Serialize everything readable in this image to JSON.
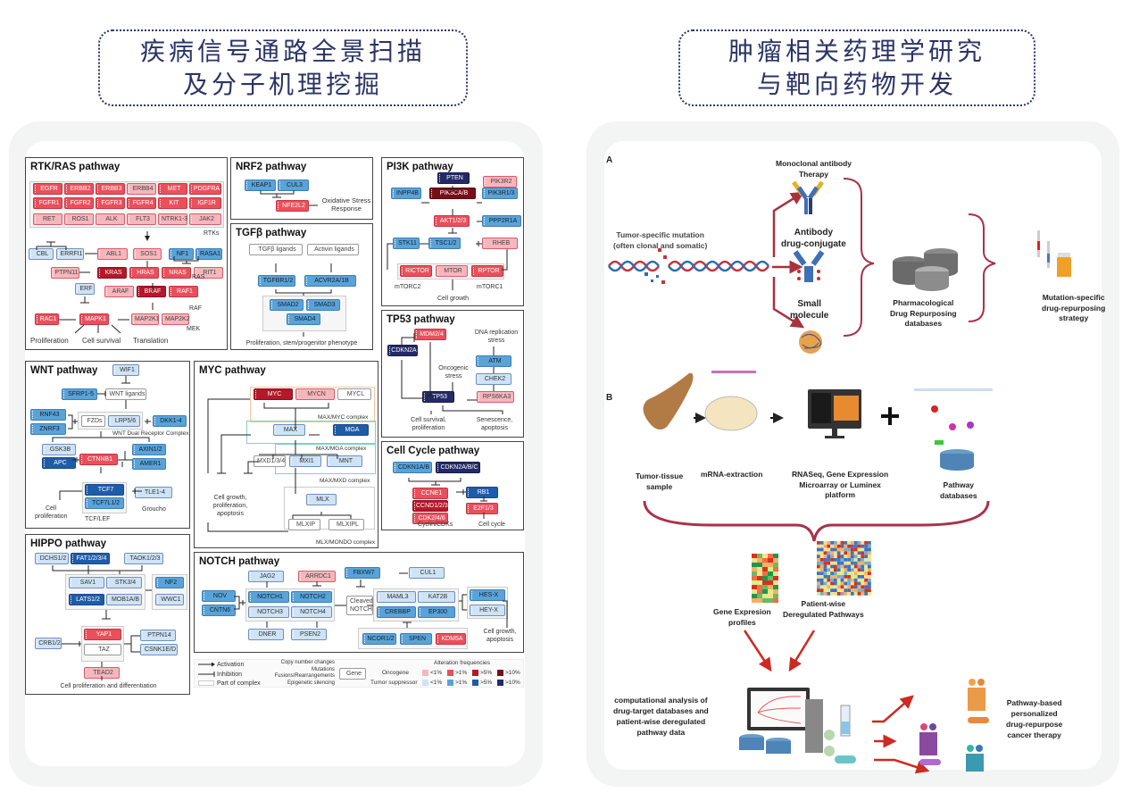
{
  "left": {
    "title_line1": "疾病信号通路全景扫描",
    "title_line2": "及分子机理挖掘",
    "panels": {
      "rtk": {
        "title": "RTK/RAS pathway",
        "genes": [
          "EGFR",
          "ERBB2",
          "ERBB3",
          "ERBB4",
          "MET",
          "PDGFRA",
          "FGFR1",
          "FGFR2",
          "FGFR3",
          "FGFR4",
          "KIT",
          "IGF1R",
          "RET",
          "ROS1",
          "ALK",
          "FLT3",
          "NTRK1-3",
          "JAK2",
          "CBL",
          "ERRFI1",
          "ABL1",
          "SOS1",
          "NF1",
          "RASA1",
          "PTPN11",
          "KRAS",
          "HRAS",
          "NRAS",
          "RIT1",
          "ERF",
          "ARAF",
          "BRAF",
          "RAF1",
          "RAC1",
          "MAPK1",
          "MAP2K1",
          "MAP2K2"
        ],
        "labels": {
          "rtks": "RTKs",
          "ras": "RAS",
          "raf": "RAF",
          "mek": "MEK",
          "prolif": "Proliferation",
          "survival": "Cell survival",
          "translation": "Translation"
        }
      },
      "nrf2": {
        "title": "NRF2 pathway",
        "genes": [
          "KEAP1",
          "CUL3",
          "NFE2L2"
        ],
        "labels": {
          "outcome": "Oxidative Stress Response"
        }
      },
      "tgfb": {
        "title": "TGFβ pathway",
        "genes": [
          "TGFβ ligands",
          "Activin ligands",
          "TGFBR1/2",
          "ACVR2A/1B",
          "SMAD2",
          "SMAD3",
          "SMAD4"
        ],
        "labels": {
          "outcome": "Proliferation, stem/progenitor phenotype"
        }
      },
      "pi3k": {
        "title": "PI3K pathway",
        "genes": [
          "PTEN",
          "PIK3R2",
          "INPP4B",
          "PIK3CA/B",
          "PIK3R1/3",
          "AKT1/2/3",
          "PPP2R1A",
          "STK11",
          "TSC1/2",
          "RHEB",
          "RICTOR",
          "MTOR",
          "RPTOR"
        ],
        "labels": {
          "mtorc2": "mTORC2",
          "mtorc1": "mTORC1",
          "growth": "Cell growth"
        }
      },
      "tp53": {
        "title": "TP53 pathway",
        "genes": [
          "MDM2/4",
          "CDKN2A",
          "ATM",
          "CHEK2",
          "TP53",
          "RPS6KA3"
        ],
        "labels": {
          "dna": "DNA replication stress",
          "onco": "Oncogenic stress",
          "survival": "Cell survival, proliferation",
          "senescence": "Senescence, apoptosis"
        }
      },
      "cellcycle": {
        "title": "Cell Cycle pathway",
        "genes": [
          "CDKN1A/B",
          "CDKN2A/B/C",
          "CCNE1",
          "RB1",
          "CCND1/2/3",
          "E2F1/3",
          "CDK2/4/6"
        ],
        "labels": {
          "cyclin": "Cyclin/CDKs",
          "cycle": "Cell cycle"
        }
      },
      "wnt": {
        "title": "WNT pathway",
        "genes": [
          "WIF1",
          "SFRP1-5",
          "WNT ligands",
          "RNF43",
          "ZNRF3",
          "FZDs",
          "LRP5/6",
          "DKK1-4",
          "GSK3B",
          "APC",
          "CTNNB1",
          "AXIN1/2",
          "AMER1",
          "TCF7",
          "TCF7L1/2",
          "TLE1-4"
        ],
        "labels": {
          "receptor": "WNT Dual Receptor Complex",
          "prolif": "Cell proliferation",
          "tcf": "TCF/LEF",
          "groucho": "Groucho"
        }
      },
      "myc": {
        "title": "MYC pathway",
        "genes": [
          "MYC",
          "MYCN",
          "MYCL",
          "MAX",
          "MGA",
          "MXD1/3/4",
          "MXI1",
          "MNT",
          "MLX",
          "MLXIP",
          "MLXIPL"
        ],
        "labels": {
          "mycx": "MAX/MYC complex",
          "mga": "MAX/MGA complex",
          "mxd": "MAX/MXD complex",
          "mondo": "MLX/MONDO complex",
          "outcome": "Cell growth, proliferation, apoptosis"
        }
      },
      "hippo": {
        "title": "HIPPO pathway",
        "genes": [
          "DCHS1/2",
          "FAT1/2/3/4",
          "TAOK1/2/3",
          "SAV1",
          "STK3/4",
          "NF2",
          "LATS1/2",
          "MOB1A/B",
          "WWC1",
          "CRB1/2",
          "YAP1",
          "PTPN14",
          "TAZ",
          "CSNK1E/D",
          "TEAD2"
        ],
        "labels": {
          "outcome": "Cell proliferation and differentiation"
        }
      },
      "notch": {
        "title": "NOTCH pathway",
        "genes": [
          "JAG2",
          "ARRDC1",
          "FBXW7",
          "CUL1",
          "NOV",
          "CNTN6",
          "NOTCH1",
          "NOTCH2",
          "NOTCH3",
          "NOTCH4",
          "Cleaved NOTCH",
          "MAML3",
          "KAT2B",
          "CREBBP",
          "EP300",
          "HES-X",
          "HEY-X",
          "DNER",
          "PSEN2",
          "NCOR1/2",
          "SPEN",
          "KDM5A"
        ],
        "labels": {
          "outcome": "Cell growth, apoptosis"
        }
      }
    },
    "legend": {
      "activation": "Activation",
      "inhibition": "Inhibition",
      "complex": "Part of complex",
      "alterations": [
        "Copy number changes",
        "Mutations",
        "Fusions/Rearrangements",
        "Epigenetic silencing"
      ],
      "gene": "Gene",
      "freq_title": "Alteration frequencies",
      "oncogene": "Oncogene",
      "suppressor": "Tumor suppressor",
      "bins": [
        "<1%",
        ">1%",
        ">5%",
        ">10%"
      ],
      "oncogene_colors": [
        "#f4b7bd",
        "#e9505c",
        "#b4182a",
        "#7a0d18"
      ],
      "suppressor_colors": [
        "#cfe3f5",
        "#5aa3d8",
        "#1f5ca8",
        "#232a66"
      ]
    }
  },
  "right": {
    "title_line1": "肿瘤相关药理学研究",
    "title_line2": "与靶向药物开发",
    "a": {
      "label": "A",
      "mutation": [
        "Tumor-specific mutation",
        "(often clonal and somatic)"
      ],
      "mab": [
        "Monoclonal antibody",
        "Therapy"
      ],
      "adc": [
        "Antibody",
        "drug-conjugate"
      ],
      "small": [
        "Small",
        "molecule"
      ],
      "db": [
        "Pharmacological",
        "Drug Repurposing",
        "databases"
      ],
      "strategy": [
        "Mutation-specific",
        "drug-repurposing",
        "strategy"
      ]
    },
    "b": {
      "label": "B",
      "tissue": [
        "Tumor-tissue",
        "sample"
      ],
      "mrna": [
        "mRNA-extraction"
      ],
      "platform": [
        "RNASeq, Gene Expression",
        "Microarray or Luminex",
        "platform"
      ],
      "pathway_db": [
        "Pathway",
        "databases"
      ],
      "gep": [
        "Gene Expresion",
        "profiles"
      ],
      "deregulated": [
        "Patient-wise",
        "Deregulated Pathways"
      ],
      "computational": [
        "computational analysis of",
        "drug-target databases and",
        "patient-wise deregulated",
        "pathway data"
      ],
      "therapy": [
        "Pathway-based",
        "personalized",
        "drug-repurpose",
        "cancer therapy"
      ]
    },
    "colors": {
      "arrow": "#a8323e",
      "brace": "#a8324a",
      "title": "#2a3466"
    }
  }
}
